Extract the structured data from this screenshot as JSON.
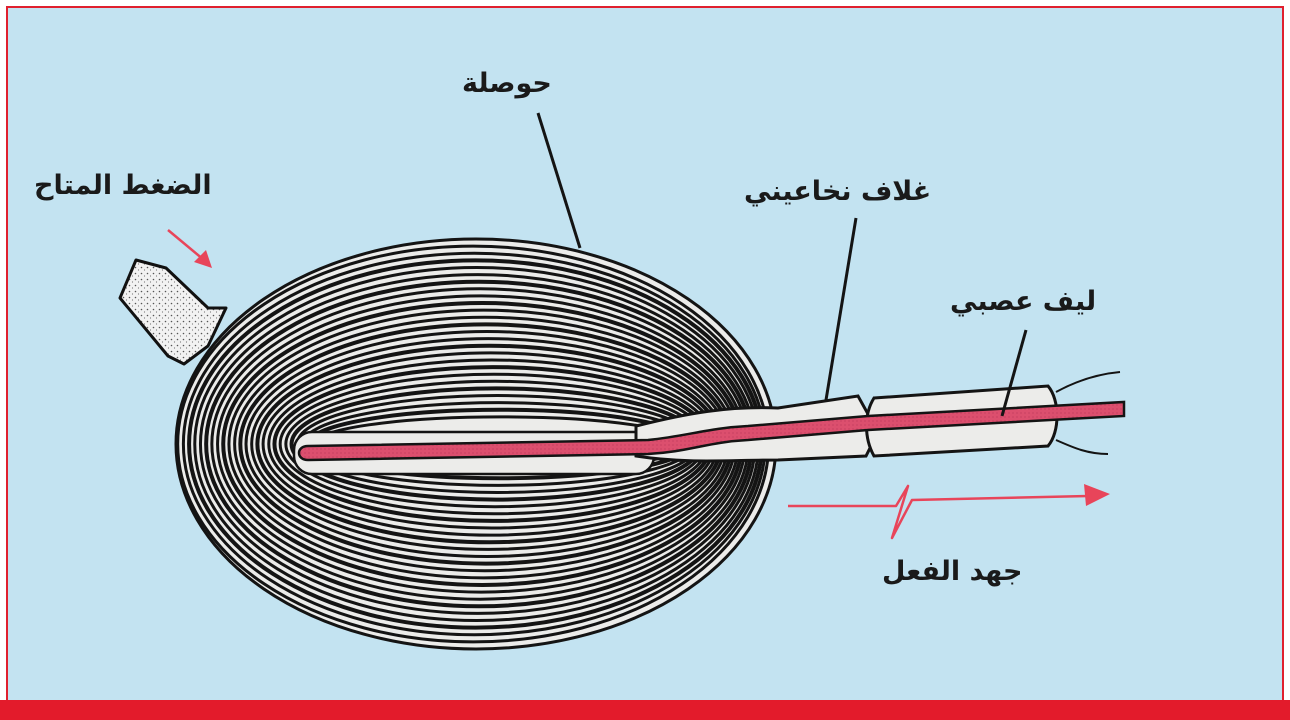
{
  "labels": {
    "capsule": "حوصلة",
    "available_pressure": "الضغط المتاح",
    "myelin_sheath": "غلاف نخاعيني",
    "nerve_fiber": "ليف عصبي",
    "action_potential": "جهد الفعل"
  },
  "colors": {
    "background": "#c3e3f1",
    "frame_border": "#e0202e",
    "bottom_bar": "#e31b2b",
    "nerve_fiber": "#dc4f6e",
    "arrows": "#e8455a",
    "capsule_fill": "#ececea",
    "capsule_lines": "#141414"
  }
}
